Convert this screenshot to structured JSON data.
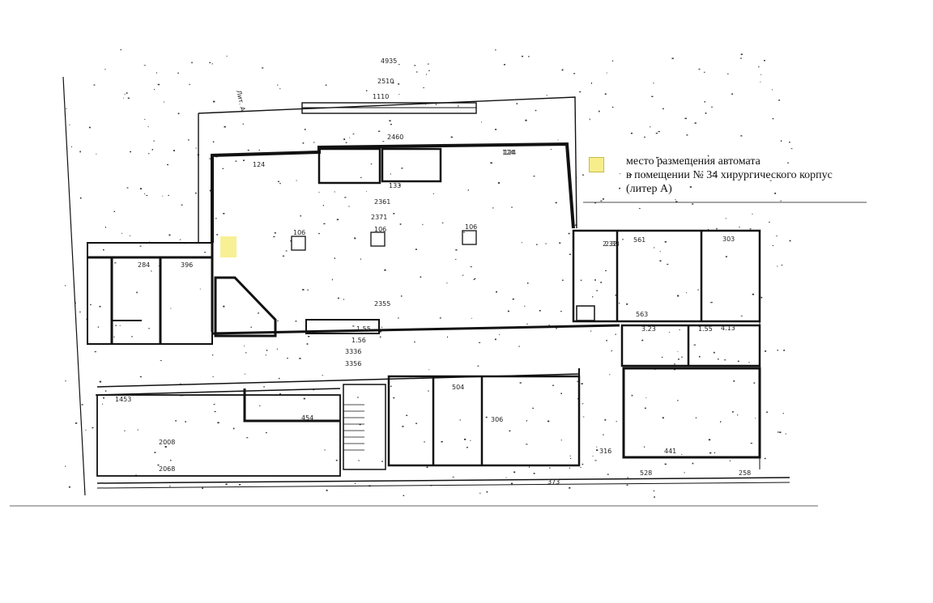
{
  "legend": {
    "marker_color": "#f7ee8a",
    "lines": [
      "место размещения автомата",
      "в помещении № 34 хирургического корпус",
      "(литер А)"
    ]
  },
  "plan": {
    "header_label": "Лит. А",
    "highlight_color": "#f7ee8a",
    "labels": [
      "4935",
      "2510",
      "1110",
      "2460",
      "124",
      "124",
      "124",
      "2361",
      "2371",
      "2355",
      "106",
      "106",
      "106",
      "284",
      "396",
      "1453",
      "454",
      "2008",
      "2068",
      "504",
      "306",
      "373",
      "561",
      "303",
      "563",
      "441",
      "528",
      "258",
      "316",
      "3336",
      "3356",
      "133",
      "1.55",
      "1.56",
      "2.32",
      "2.33",
      "3.23",
      "1.55",
      "4.13"
    ]
  }
}
